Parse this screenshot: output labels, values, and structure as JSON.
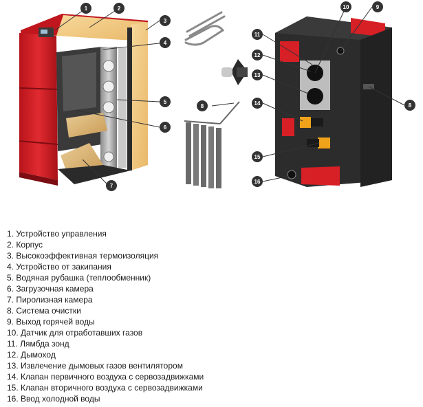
{
  "callouts": [
    "1",
    "2",
    "3",
    "4",
    "5",
    "6",
    "7",
    "8",
    "9",
    "10",
    "11",
    "12",
    "13",
    "14",
    "15",
    "16"
  ],
  "legend": [
    "1. Устройство управления",
    "2. Корпус",
    "3. Высокоэффективная термоизоляция",
    "4. Устройство от закипания",
    "5. Водяная рубашка (теплообменник)",
    "6. Загрузочная камера",
    "7. Пиролизная камера",
    "8. Система очистки",
    "9. Выход горячей воды",
    "10. Датчик для отработавших газов",
    "11. Лямбда зонд",
    "12. Дымоход",
    "13. Извлечение дымовых газов вентилятором",
    "14. Клапан первичного воздуха с сервозадвижками",
    "15. Клапан вторичного воздуха с сервозадвижками",
    "16. Ввод холодной воды"
  ],
  "colors": {
    "red": "#d71f26",
    "dark": "#2e2e2e",
    "insulation": "#f2c77c",
    "callout": "#333333"
  }
}
